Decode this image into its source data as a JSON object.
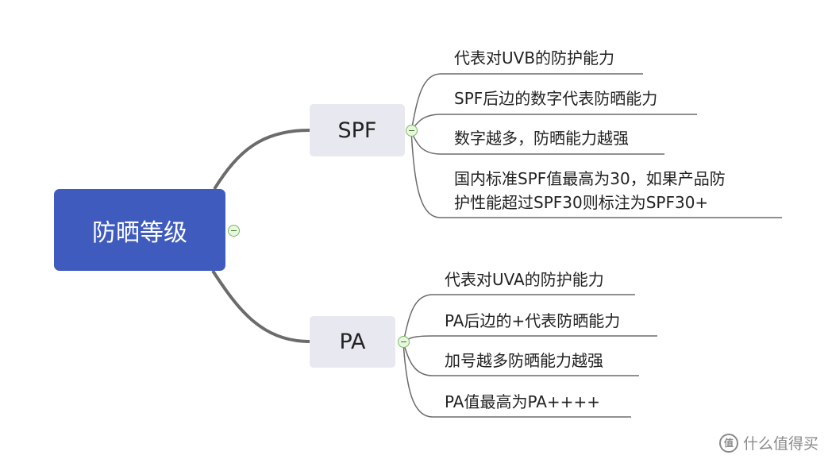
{
  "root": {
    "label": "防晒等级"
  },
  "branches": [
    {
      "label": "SPF",
      "items": [
        "代表对UVB的防护能力",
        "SPF后边的数字代表防晒能力",
        "数字越多，防晒能力越强",
        "国内标准SPF值最高为30，如果产品防",
        "护性能超过SPF30则标注为SPF30+"
      ]
    },
    {
      "label": "PA",
      "items": [
        "代表对UVA的防护能力",
        "PA后边的+代表防晒能力",
        "加号越多防晒能力越强",
        "PA值最高为PA++++"
      ]
    }
  ],
  "watermark": {
    "text": "什么值得买",
    "icon": "zhi-logo-icon"
  },
  "colors": {
    "root_bg": "#3f5bbd",
    "branch_bg": "#e8e8f0",
    "connector": "#6b6b6b",
    "collapse_border": "#79b85a"
  }
}
